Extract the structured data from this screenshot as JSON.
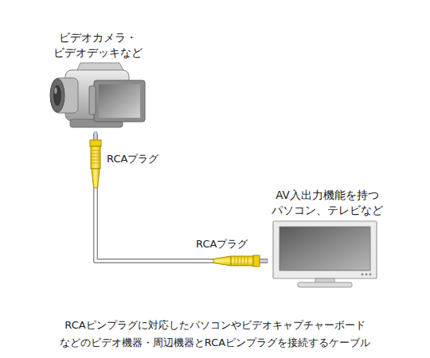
{
  "diagram": {
    "caption": "RCAピンプラグに対応したパソコンやビデオキャプチャーボード などのビデオ機器・周辺機器とRCAピンプラグを接続するケーブル",
    "nodes": [
      {
        "text": [
          "ビデオカメラ・ ビデオデッキなど"
        ]
      },
      {
        "text": [
          "AV入出力機能を持つ パソコン、テレビなど"
        ]
      }
    ],
    "edges": [
      {
        "from": 0,
        "to": 1,
        "arrow": "none"
      }
    ],
    "labels": [
      "RCAプラグ",
      "RCAプラグ"
    ]
  }
}
